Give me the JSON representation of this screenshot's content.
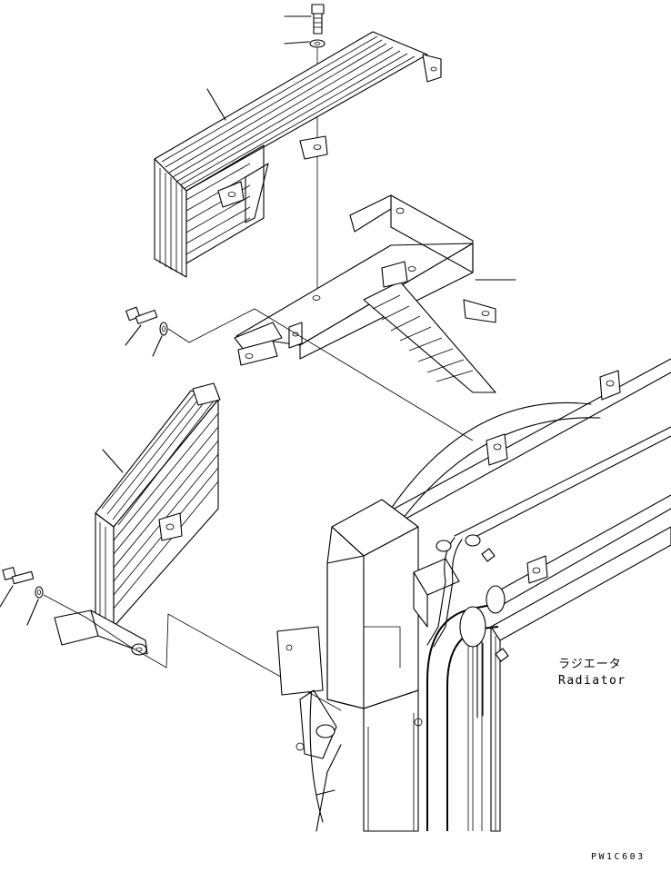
{
  "labels": {
    "radiator_jp": "ラジエータ",
    "radiator_en": "Radiator",
    "drawing_code": "PW1C603"
  }
}
